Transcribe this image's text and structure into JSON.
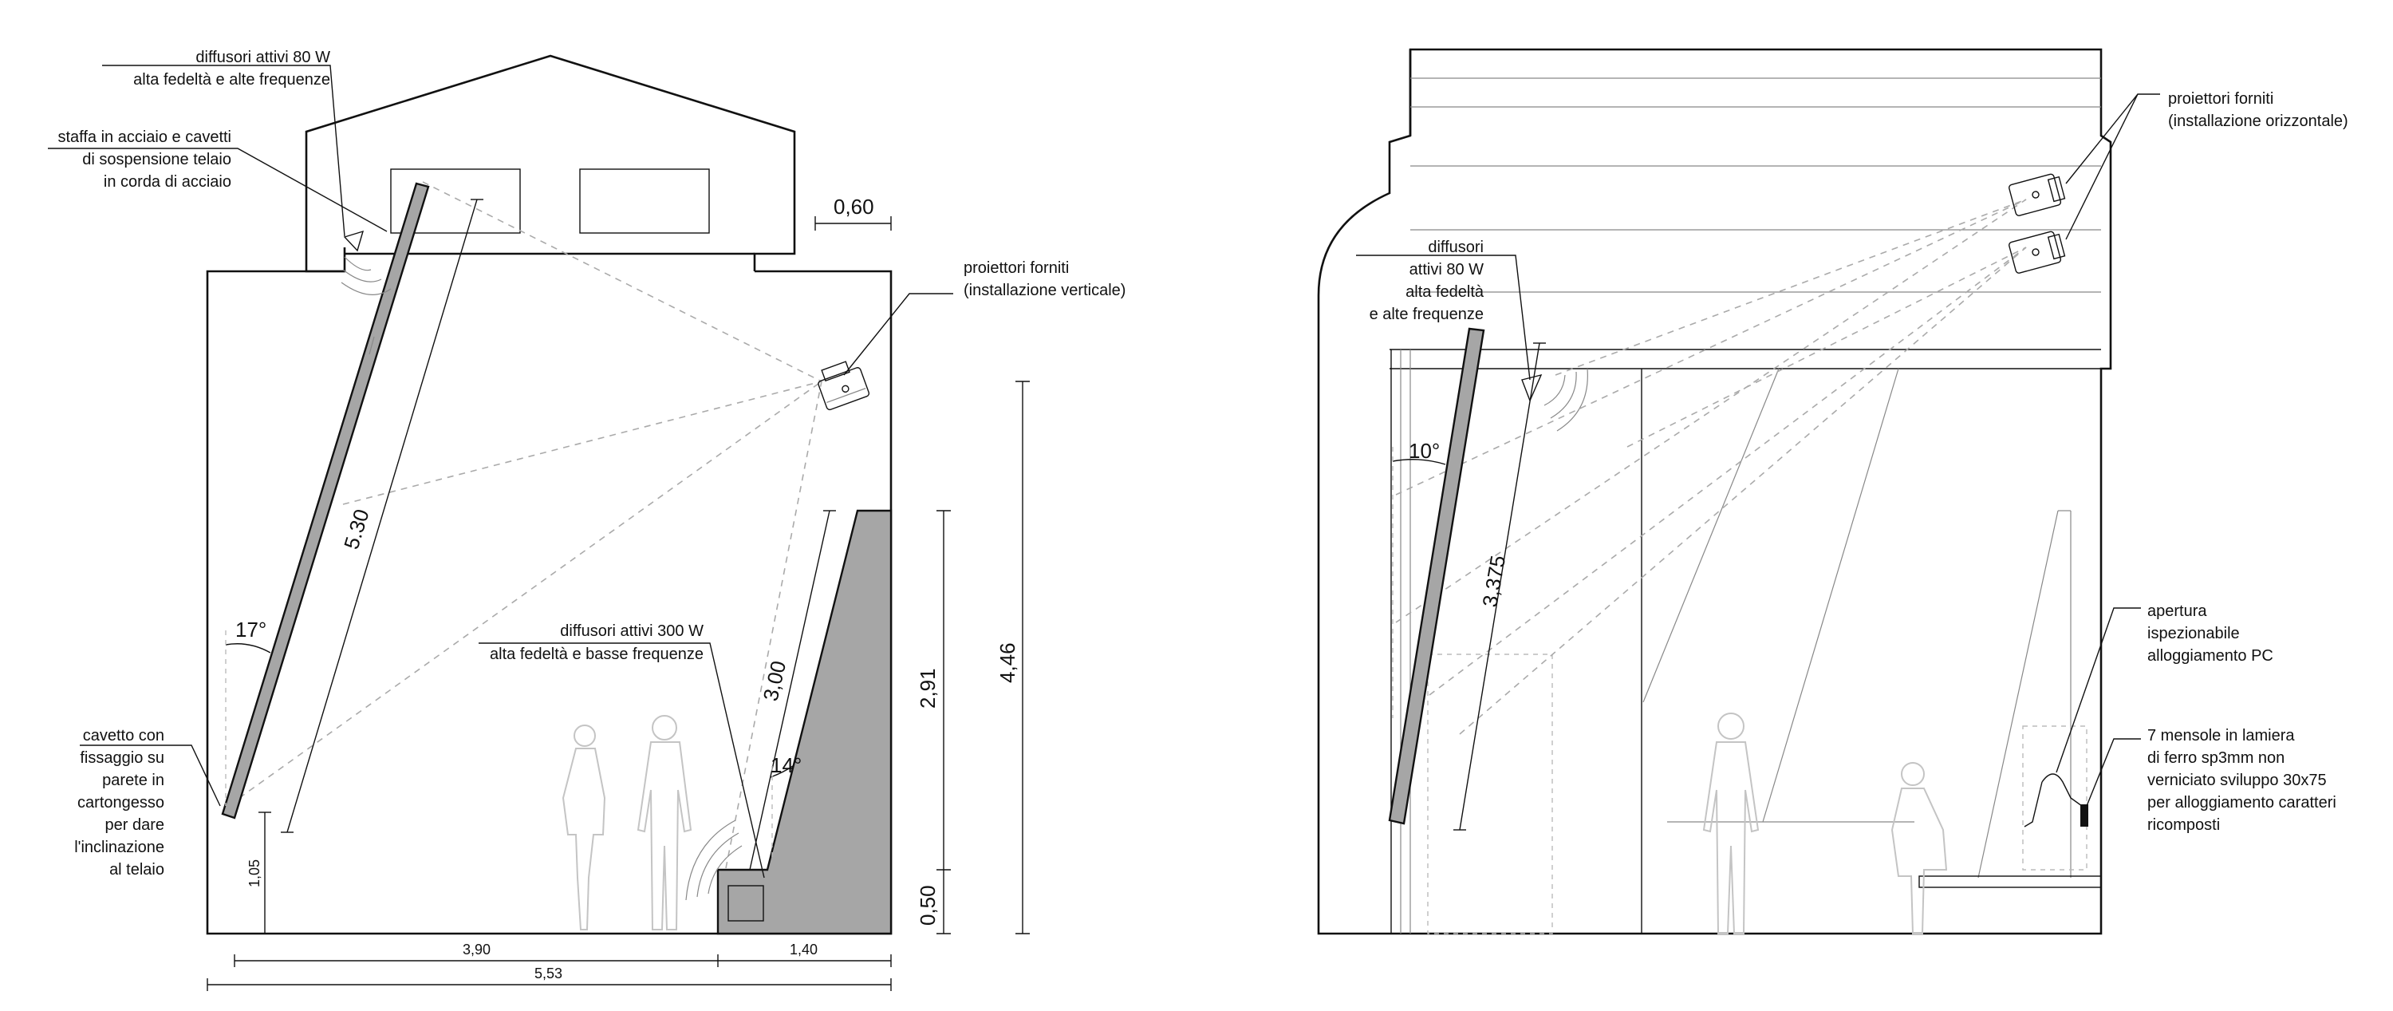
{
  "left": {
    "labels": {
      "speakers_80w_1": "diffusori attivi 80 W",
      "speakers_80w_2": "alta fedeltà e alte frequenze",
      "bracket_1": "staffa in acciaio e cavetti",
      "bracket_2": "di sospensione telaio",
      "bracket_3": "in corda di acciaio",
      "projector_1": "proiettori forniti",
      "projector_2": "(installazione verticale)",
      "sub_1": "diffusori attivi 300 W",
      "sub_2": "alta fedeltà e basse frequenze",
      "cable_1": "cavetto con",
      "cable_2": "fissaggio su",
      "cable_3": "parete in",
      "cable_4": "cartongesso",
      "cable_5": "per dare",
      "cable_6": "l'inclinazione",
      "cable_7": "al telaio"
    },
    "dims": {
      "d060": "0,60",
      "d530": "5.30",
      "d300": "3,00",
      "d291": "2,91",
      "d446": "4,46",
      "d050": "0,50",
      "d105": "1,05",
      "d390": "3,90",
      "d140": "1,40",
      "d553": "5,53",
      "a17": "17°",
      "a14": "14°"
    }
  },
  "right": {
    "labels": {
      "projector_1": "proiettori forniti",
      "projector_2": "(installazione orizzontale)",
      "speakers_1": "diffusori",
      "speakers_2": "attivi 80 W",
      "speakers_3": "alta fedeltà",
      "speakers_4": "e alte frequenze",
      "opening_1": "apertura",
      "opening_2": "ispezionabile",
      "opening_3": "alloggiamento PC",
      "shelves_1": "7 mensole in lamiera",
      "shelves_2": "di ferro sp3mm non",
      "shelves_3": "verniciato sviluppo 30x75",
      "shelves_4": "per alloggiamento caratteri",
      "shelves_5": "ricomposti"
    },
    "dims": {
      "a10": "10°",
      "d3375": "3,375"
    }
  }
}
